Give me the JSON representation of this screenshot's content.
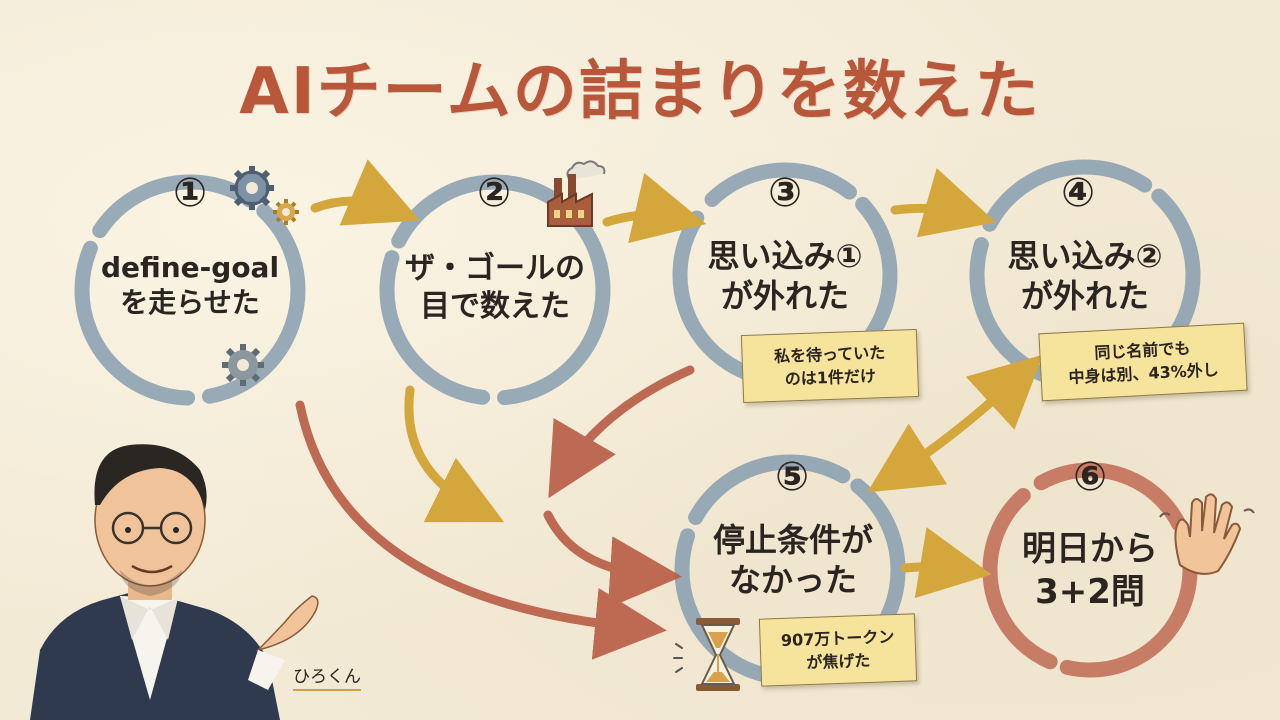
{
  "title": "AIチームの詰まりを数えた",
  "steps": [
    {
      "number": "①",
      "line1": "define-goal",
      "line2": "を走らせた"
    },
    {
      "number": "②",
      "line1": "ザ・ゴールの",
      "line2": "目で数えた"
    },
    {
      "number": "③",
      "line1": "思い込み①",
      "line2": "が外れた"
    },
    {
      "number": "④",
      "line1": "思い込み②",
      "line2": "が外れた"
    },
    {
      "number": "⑤",
      "line1": "停止条件が",
      "line2": "なかった"
    },
    {
      "number": "⑥",
      "line1": "明日から",
      "line2": "3+2問"
    }
  ],
  "notes": {
    "step3": {
      "line1": "私を待っていた",
      "line2": "のは1件だけ"
    },
    "step4": {
      "line1": "同じ名前でも",
      "line2": "中身は別、43%外し"
    },
    "step5": {
      "line1": "907万トークン",
      "line2": "が焦げた"
    }
  },
  "signature": "ひろくん",
  "colors": {
    "title": "#b9573a",
    "ring_blue": "#8098ad",
    "ring_red": "#c06a52",
    "arrow_yellow": "#d4a73c",
    "arrow_red": "#b95c45",
    "sticky_note": "#f6e49c"
  },
  "icons": [
    "gear-icon",
    "factory-icon",
    "hourglass-icon",
    "hand-wave-icon",
    "presenter-illustration"
  ]
}
